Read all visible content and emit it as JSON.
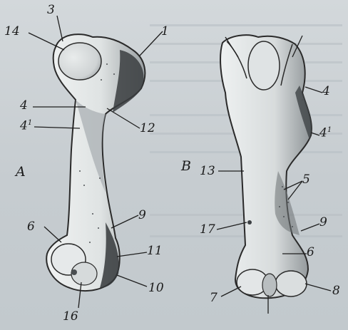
{
  "labels": {
    "l1": "1",
    "l3": "3",
    "l4": "4",
    "prime_sup": "1",
    "l5": "5",
    "l6": "6",
    "l7": "7",
    "l8": "8",
    "l9": "9",
    "l10": "10",
    "l11": "11",
    "l12": "12",
    "l13": "13",
    "l14": "14",
    "l16": "16",
    "l17": "17",
    "view_a": "A",
    "view_b": "B"
  },
  "colors": {
    "background": "#c9cfd3",
    "ink": "#1b1b1b",
    "bone_light": "#eef1f1",
    "bone_shadow": "#3a3d40"
  }
}
